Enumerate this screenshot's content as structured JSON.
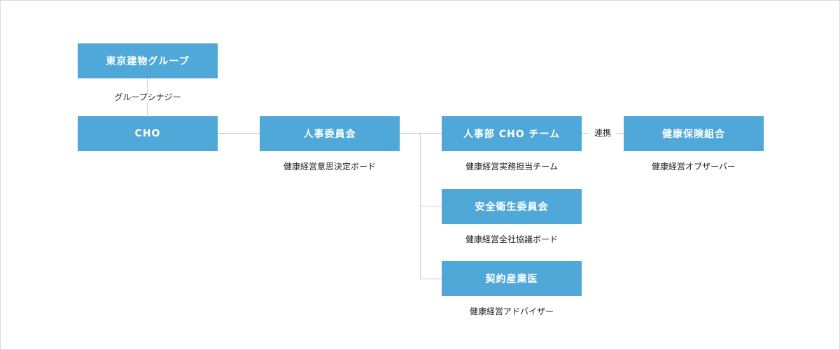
{
  "colors": {
    "box_fill": "#4fa8d8",
    "connector": "#d0d0d0",
    "text": "#222222"
  },
  "nodes": {
    "tatemono_group": {
      "label": "東京建物グループ"
    },
    "cho": {
      "label": "CHO"
    },
    "hr_committee": {
      "label": "人事委員会",
      "caption": "健康経営意思決定ボード"
    },
    "hr_cho_team": {
      "label": "人事部 CHO チーム",
      "caption": "健康経営実務担当チーム"
    },
    "health_insurance": {
      "label": "健康保険組合",
      "caption": "健康経営オブザーバー"
    },
    "safety_committee": {
      "label": "安全衛生委員会",
      "caption": "健康経営全社協議ボード"
    },
    "contract_doctor": {
      "label": "契約産業医",
      "caption": "健康経営アドバイザー"
    }
  },
  "edges": {
    "group_synergy": {
      "label": "グループシナジー"
    },
    "partnership": {
      "label": "連携"
    }
  }
}
